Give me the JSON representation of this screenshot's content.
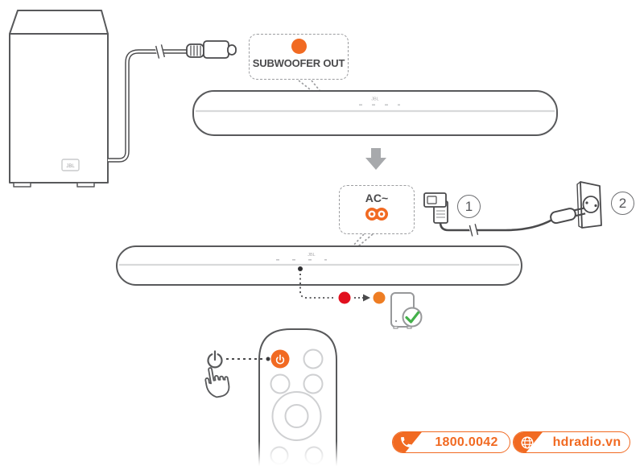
{
  "colors": {
    "orange": "#F16A22",
    "orange_led": "#EE7D23",
    "red_led": "#E1101E",
    "green_check": "#43B049",
    "outline": "#58595B",
    "outline_light": "#CFD0D2",
    "arrow_gray": "#A7A9AC"
  },
  "brand": {
    "logo": "JBL"
  },
  "callouts": {
    "subwoofer_out": "SUBWOOFER OUT",
    "power": "AC~"
  },
  "steps": {
    "step1": "1",
    "step2": "2"
  },
  "footer": {
    "hotline": "1800.0042",
    "website": "hdradio.vn"
  }
}
